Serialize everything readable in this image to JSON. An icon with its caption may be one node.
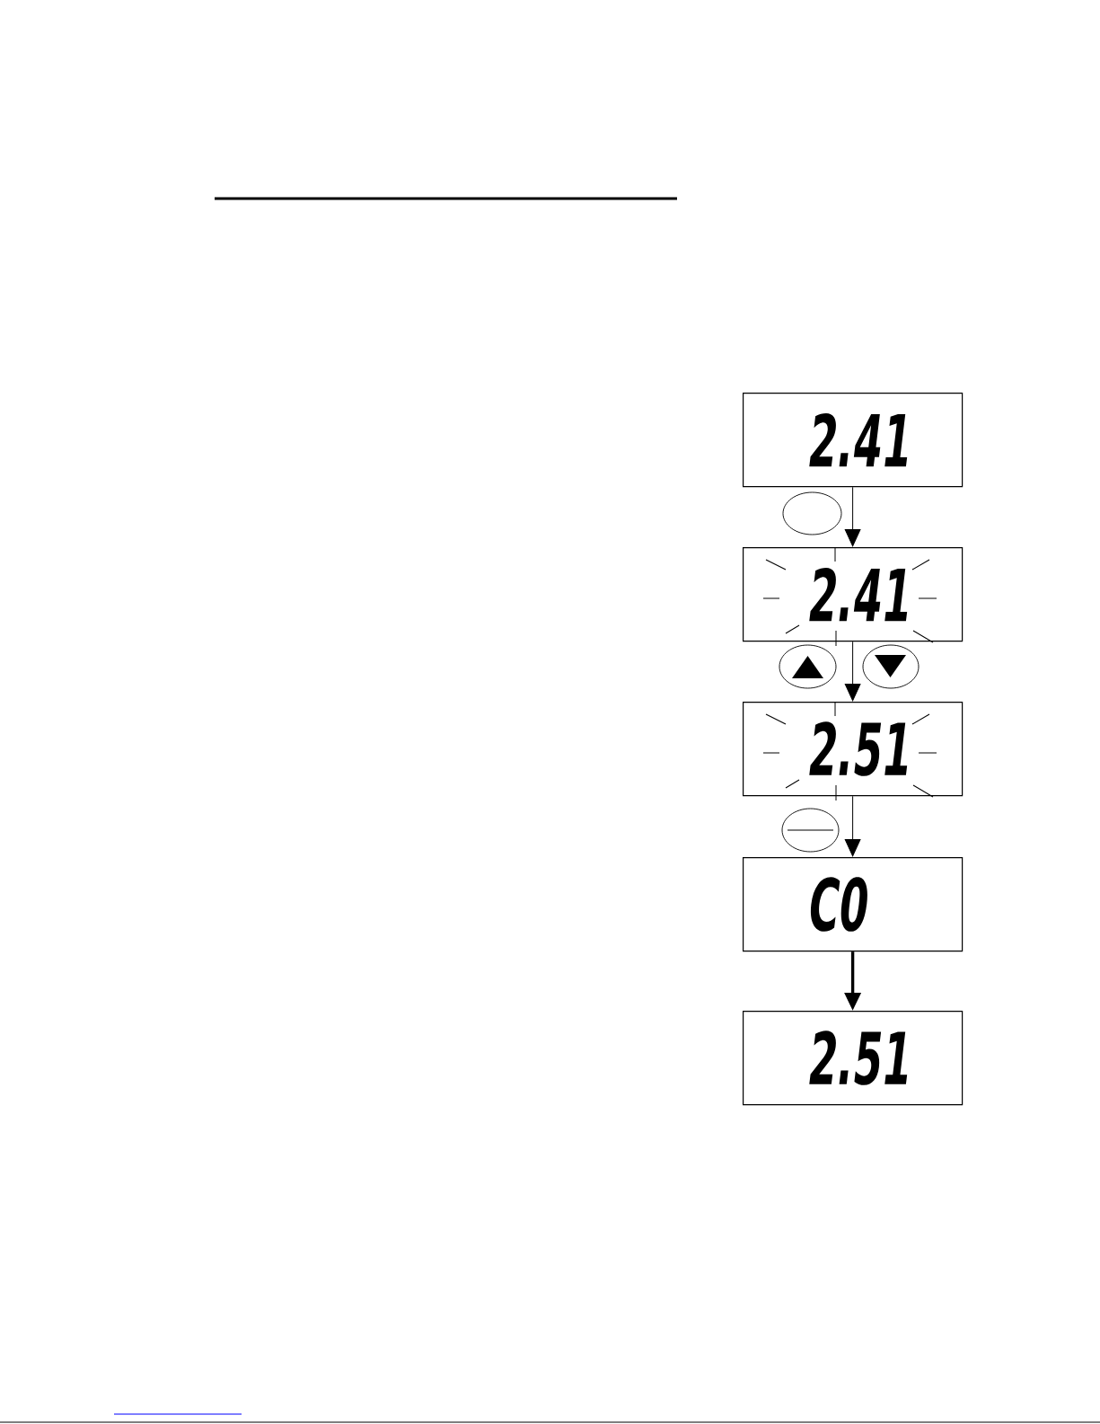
{
  "diagram": {
    "nodes": [
      {
        "text": [
          "2.41"
        ]
      },
      {
        "text": [
          "2.41"
        ]
      },
      {
        "text": [
          "2.51"
        ]
      },
      {
        "text": [
          "C0"
        ]
      },
      {
        "text": [
          "2.51"
        ]
      }
    ],
    "edges": [
      {
        "from": 0,
        "to": 1,
        "arrow": "to"
      },
      {
        "from": 1,
        "to": 2,
        "arrow": "to"
      },
      {
        "from": 2,
        "to": 3,
        "arrow": "to"
      },
      {
        "from": 3,
        "to": 4,
        "arrow": "to",
        "style": "thick"
      }
    ]
  }
}
